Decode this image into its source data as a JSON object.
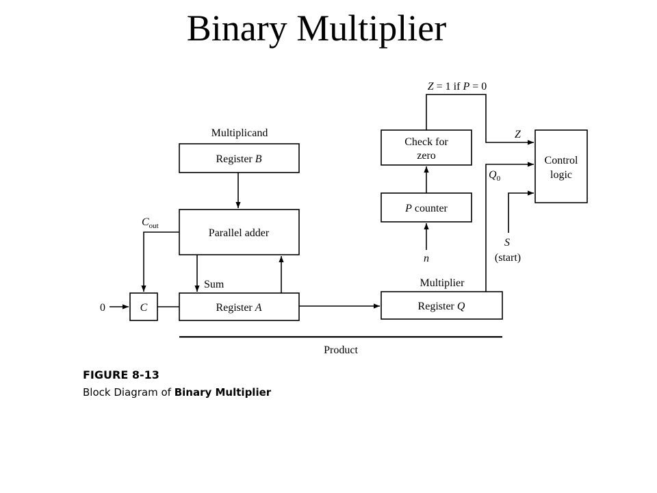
{
  "title": "Binary Multiplier",
  "blocks": {
    "register_b": {
      "prefix": "Register ",
      "var": "B"
    },
    "parallel_adder": "Parallel adder",
    "register_c": "C",
    "register_a": {
      "prefix": "Register ",
      "var": "A"
    },
    "register_q": {
      "prefix": "Register ",
      "var": "Q"
    },
    "p_counter": {
      "var": "P",
      "suffix": " counter"
    },
    "check_zero": {
      "line1": "Check for",
      "line2": "zero"
    },
    "control_logic": {
      "line1": "Control",
      "line2": "logic"
    }
  },
  "labels": {
    "multiplicand": "Multiplicand",
    "multiplier": "Multiplier",
    "product": "Product",
    "sum": "Sum",
    "cout_main": "C",
    "cout_sub": "out",
    "zero_input": "0",
    "n": "n",
    "z_condition": {
      "z": "Z",
      "mid": " = 1 if ",
      "p": "P",
      "end": " = 0"
    },
    "z": "Z",
    "q0_main": "Q",
    "q0_sub": "0",
    "s": "S",
    "start": "(start)"
  },
  "figure": {
    "number": "FIGURE 8-13",
    "caption_prefix": "Block Diagram of ",
    "caption_bold": "Binary Multiplier"
  }
}
